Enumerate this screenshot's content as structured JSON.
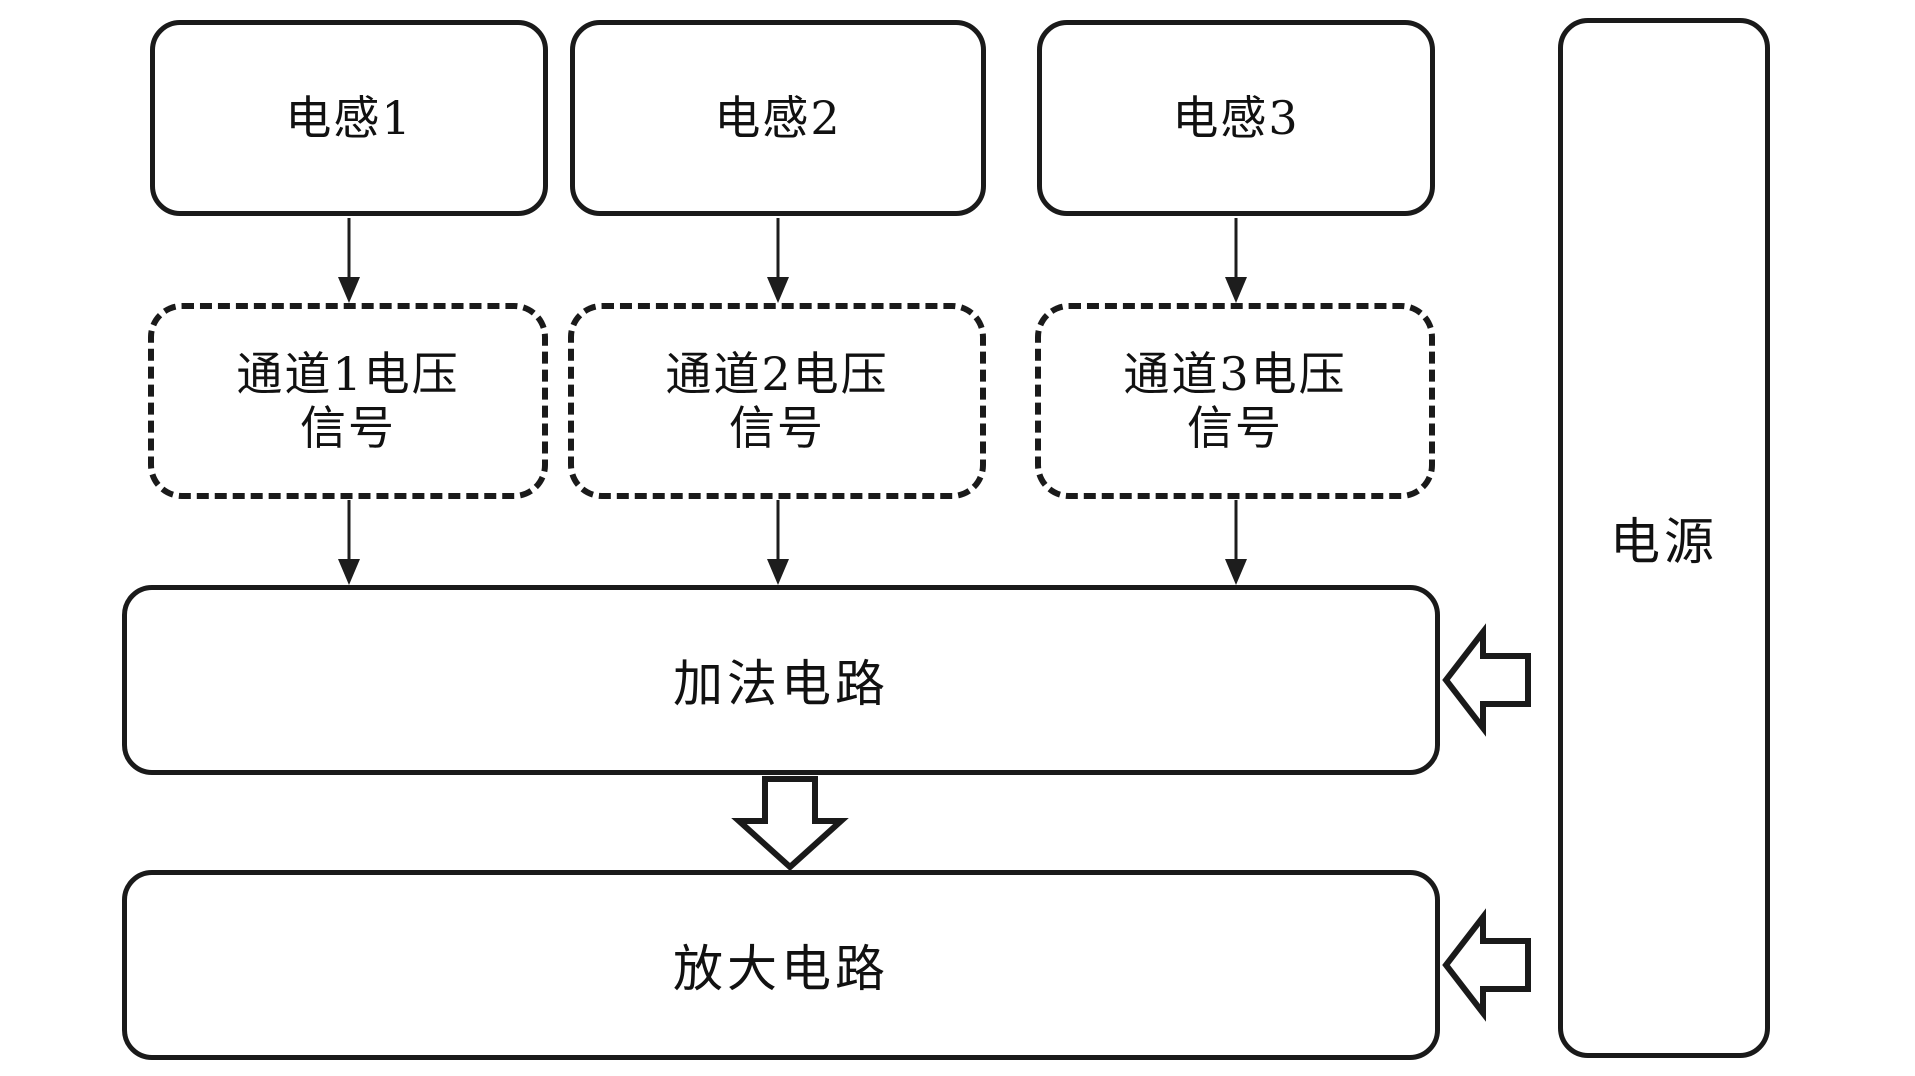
{
  "diagram": {
    "title": "inductance-signal-processing-block-diagram",
    "ink_color": "#1a1a1a",
    "background_color": "#ffffff",
    "inductors": [
      {
        "label": "电感1"
      },
      {
        "label": "电感2"
      },
      {
        "label": "电感3"
      }
    ],
    "signals": [
      {
        "line1": "通道1电压",
        "line2": "信号"
      },
      {
        "line1": "通道2电压",
        "line2": "信号"
      },
      {
        "line1": "通道3电压",
        "line2": "信号"
      }
    ],
    "adder": {
      "label": "加法电路"
    },
    "amplifier": {
      "label": "放大电路"
    },
    "power": {
      "label": "电源"
    }
  }
}
